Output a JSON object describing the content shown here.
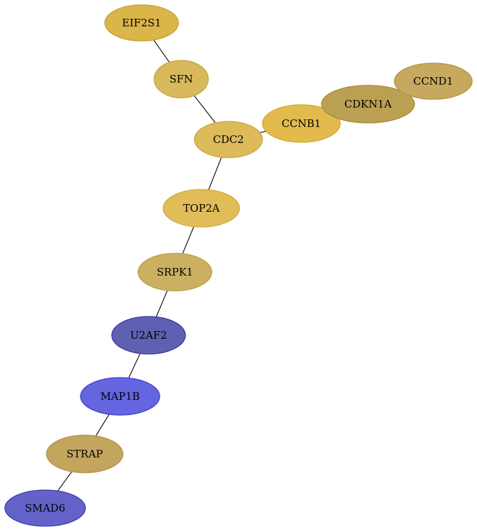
{
  "graph": {
    "nodes": [
      {
        "id": "EIF2S1",
        "label": "EIF2S1",
        "color": "#DAB54A",
        "stroke": "#C9A230"
      },
      {
        "id": "SFN",
        "label": "SFN",
        "color": "#D8B95B",
        "stroke": "#C7A63F"
      },
      {
        "id": "CDC2",
        "label": "CDC2",
        "color": "#DDBA5A",
        "stroke": "#CBA63C"
      },
      {
        "id": "CCNB1",
        "label": "CCNB1",
        "color": "#E3BB4C",
        "stroke": "#D3A82F"
      },
      {
        "id": "CDKN1A",
        "label": "CDKN1A",
        "color": "#BCA052",
        "stroke": "#A88C3A"
      },
      {
        "id": "CCND1",
        "label": "CCND1",
        "color": "#C6A95E",
        "stroke": "#B29545"
      },
      {
        "id": "TOP2A",
        "label": "TOP2A",
        "color": "#E0BD58",
        "stroke": "#CFAA3C"
      },
      {
        "id": "SRPK1",
        "label": "SRPK1",
        "color": "#CBB061",
        "stroke": "#B89C47"
      },
      {
        "id": "U2AF2",
        "label": "U2AF2",
        "color": "#6060B2",
        "stroke": "#3A3AA0"
      },
      {
        "id": "MAP1B",
        "label": "MAP1B",
        "color": "#6565E0",
        "stroke": "#3F3FD0"
      },
      {
        "id": "STRAP",
        "label": "STRAP",
        "color": "#C4A55E",
        "stroke": "#B09045"
      },
      {
        "id": "SMAD6",
        "label": "SMAD6",
        "color": "#6262C8",
        "stroke": "#3D3DB5"
      }
    ],
    "edges": [
      {
        "source": "EIF2S1",
        "target": "SFN"
      },
      {
        "source": "SFN",
        "target": "CDC2"
      },
      {
        "source": "CDC2",
        "target": "CCNB1"
      },
      {
        "source": "CDC2",
        "target": "TOP2A"
      },
      {
        "source": "TOP2A",
        "target": "SRPK1"
      },
      {
        "source": "SRPK1",
        "target": "U2AF2"
      },
      {
        "source": "U2AF2",
        "target": "MAP1B"
      },
      {
        "source": "MAP1B",
        "target": "STRAP"
      },
      {
        "source": "STRAP",
        "target": "SMAD6"
      }
    ]
  }
}
